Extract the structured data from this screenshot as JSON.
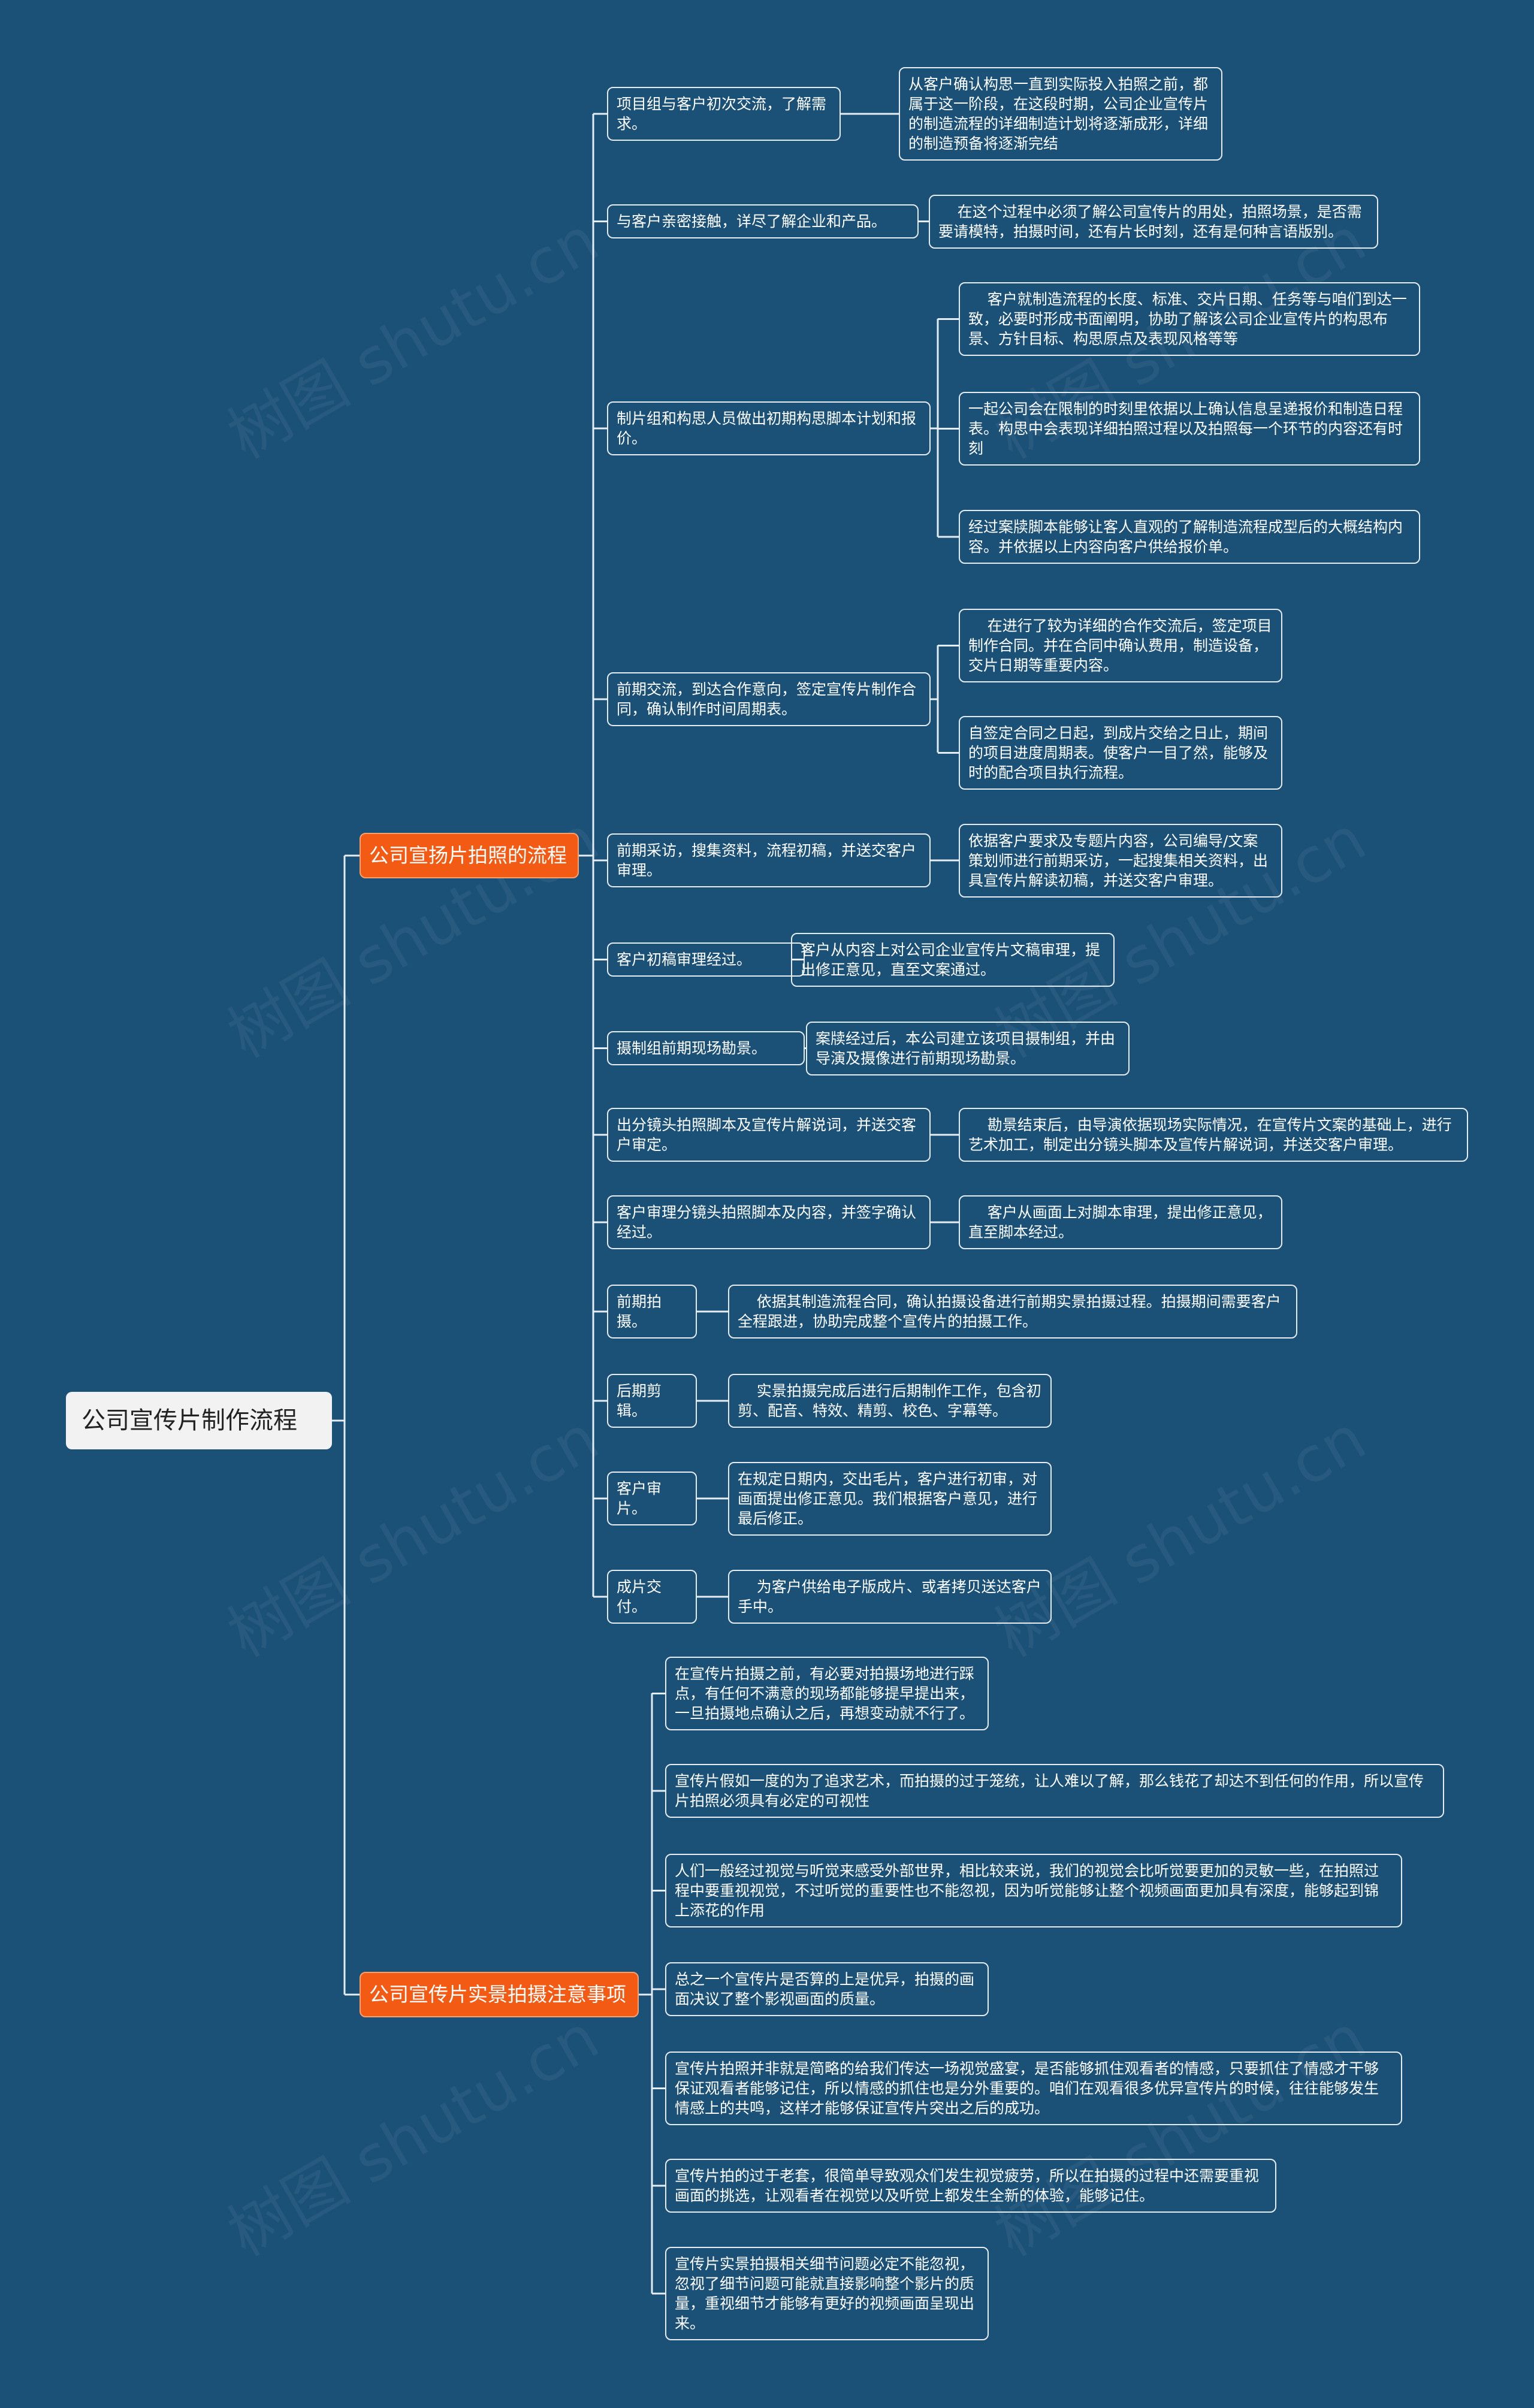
{
  "watermark": "树图 shutu.cn",
  "colors": {
    "background": "#1b5077",
    "line": "#e6edf2",
    "branch": "#f35b15",
    "root": "#f2f2f2"
  },
  "root": {
    "label": "公司宣传片制作流程"
  },
  "branches": [
    {
      "label": "公司宣扬片拍照的流程",
      "steps": [
        {
          "label": "项目组与客户初次交流，了解需求。",
          "details": [
            "从客户确认构思一直到实际投入拍照之前，都属于这一阶段，在这段时期，公司企业宣传片的制造流程的详细制造计划将逐渐成形，详细的制造预备将逐渐完结"
          ]
        },
        {
          "label": "与客户亲密接触，详尽了解企业和产品。",
          "details": [
            "    在这个过程中必须了解公司宣传片的用处，拍照场景，是否需要请模特，拍摄时间，还有片长时刻，还有是何种言语版别。"
          ]
        },
        {
          "label": "制片组和构思人员做出初期构思脚本计划和报价。",
          "details": [
            "    客户就制造流程的长度、标准、交片日期、任务等与咱们到达一致，必要时形成书面阐明，协助了解该公司企业宣传片的构思布景、方针目标、构思原点及表现风格等等",
            "一起公司会在限制的时刻里依据以上确认信息呈递报价和制造日程表。构思中会表现详细拍照过程以及拍照每一个环节的内容还有时刻",
            "经过案牍脚本能够让客人直观的了解制造流程成型后的大概结构内容。并依据以上内容向客户供给报价单。"
          ]
        },
        {
          "label": "前期交流，到达合作意向，签定宣传片制作合同，确认制作时间周期表。",
          "details": [
            "    在进行了较为详细的合作交流后，签定项目制作合同。并在合同中确认费用，制造设备，交片日期等重要内容。",
            "自签定合同之日起，到成片交给之日止，期间的项目进度周期表。使客户一目了然，能够及时的配合项目执行流程。"
          ]
        },
        {
          "label": "前期采访，搜集资料，流程初稿，并送交客户审理。",
          "details": [
            "依据客户要求及专题片内容，公司编导/文案策划师进行前期采访，一起搜集相关资料，出具宣传片解读初稿，并送交客户审理。"
          ]
        },
        {
          "label": "客户初稿审理经过。",
          "details": [
            "客户从内容上对公司企业宣传片文稿审理，提出修正意见，直至文案通过。"
          ]
        },
        {
          "label": "摄制组前期现场勘景。",
          "details": [
            "案牍经过后，本公司建立该项目摄制组，并由导演及摄像进行前期现场勘景。"
          ]
        },
        {
          "label": "出分镜头拍照脚本及宣传片解说词，并送交客户审定。",
          "details": [
            "    勘景结束后，由导演依据现场实际情况，在宣传片文案的基础上，进行艺术加工，制定出分镜头脚本及宣传片解说词，并送交客户审理。"
          ]
        },
        {
          "label": "客户审理分镜头拍照脚本及内容，并签字确认经过。",
          "details": [
            "    客户从画面上对脚本审理，提出修正意见，直至脚本经过。"
          ]
        },
        {
          "label": "前期拍摄。",
          "details": [
            "    依据其制造流程合同，确认拍摄设备进行前期实景拍摄过程。拍摄期间需要客户全程跟进，协助完成整个宣传片的拍摄工作。"
          ]
        },
        {
          "label": "后期剪辑。",
          "details": [
            "    实景拍摄完成后进行后期制作工作，包含初剪、配音、特效、精剪、校色、字幕等。"
          ]
        },
        {
          "label": "客户审片。",
          "details": [
            "在规定日期内，交出毛片，客户进行初审，对画面提出修正意见。我们根据客户意见，进行最后修正。"
          ]
        },
        {
          "label": "成片交付。",
          "details": [
            "    为客户供给电子版成片、或者拷贝送达客户手中。"
          ]
        }
      ]
    },
    {
      "label": "公司宣传片实景拍摄注意事项",
      "notes": [
        "在宣传片拍摄之前，有必要对拍摄场地进行踩点，有任何不满意的现场都能够提早提出来，一旦拍摄地点确认之后，再想变动就不行了。",
        "宣传片假如一度的为了追求艺术，而拍摄的过于笼统，让人难以了解，那么钱花了却达不到任何的作用，所以宣传片拍照必须具有必定的可视性",
        "人们一般经过视觉与听觉来感受外部世界，相比较来说，我们的视觉会比听觉要更加的灵敏一些，在拍照过程中要重视视觉，不过听觉的重要性也不能忽视，因为听觉能够让整个视频画面更加具有深度，能够起到锦上添花的作用",
        "总之一个宣传片是否算的上是优异，拍摄的画面决议了整个影视画面的质量。",
        "宣传片拍照并非就是简略的给我们传达一场视觉盛宴，是否能够抓住观看者的情感，只要抓住了情感才干够保证观看者能够记住，所以情感的抓住也是分外重要的。咱们在观看很多优异宣传片的时候，往往能够发生情感上的共鸣，这样才能够保证宣传片突出之后的成功。",
        "宣传片拍的过于老套，很简单导致观众们发生视觉疲劳，所以在拍摄的过程中还需要重视画面的挑选，让观看者在视觉以及听觉上都发生全新的体验，能够记住。",
        "宣传片实景拍摄相关细节问题必定不能忽视，忽视了细节问题可能就直接影响整个影片的质量，重视细节才能够有更好的视频画面呈现出来。"
      ]
    }
  ]
}
